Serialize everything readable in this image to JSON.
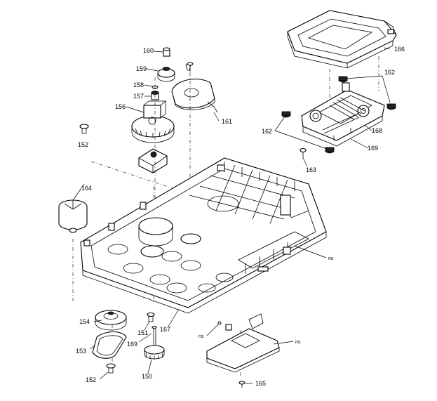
{
  "labels": {
    "l160": "160",
    "l159": "159",
    "l158": "158",
    "l157": "157",
    "l156": "156",
    "l152a": "152",
    "l161": "161",
    "l164": "164",
    "l166": "166",
    "l162a": "162",
    "l162b": "162",
    "l168": "168",
    "l169top": "169",
    "l163": "163",
    "l154": "154",
    "l151": "151",
    "l167": "167",
    "l169": "169",
    "l153": "153",
    "l150": "150",
    "l152b": "152",
    "l165": "165",
    "ns1": "ns",
    "ns2": "ns",
    "ns3": "ns"
  }
}
